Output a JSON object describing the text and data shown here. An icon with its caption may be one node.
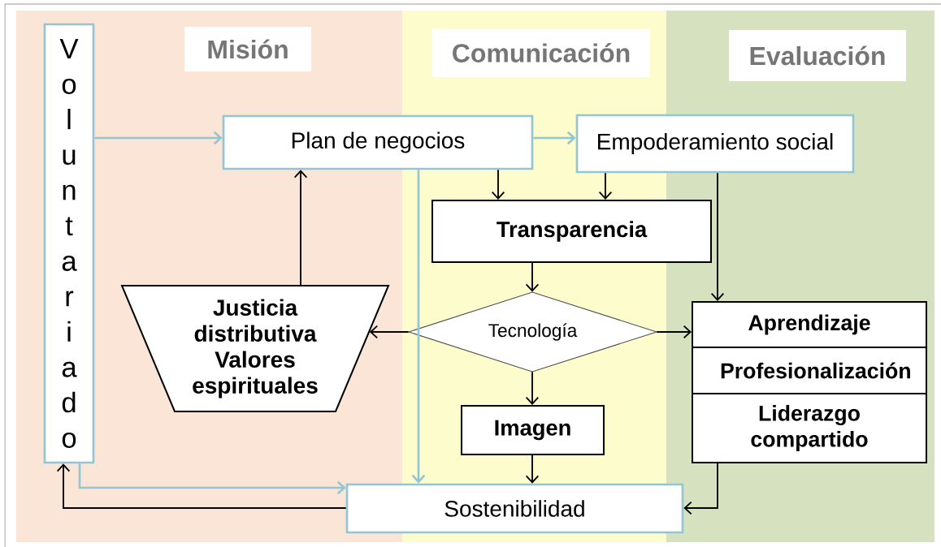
{
  "diagram": {
    "nodes": [
      {
        "text": [
          "Misión"
        ]
      },
      {
        "text": [
          "Comunicación"
        ]
      },
      {
        "text": [
          "Evaluación"
        ]
      },
      {
        "text": [
          "Voluntariado"
        ]
      },
      {
        "text": [
          "Plan de negocios"
        ]
      },
      {
        "text": [
          "Empoderamiento social"
        ]
      },
      {
        "text": [
          "Transparencia"
        ]
      },
      {
        "text": [
          "Justicia distributiva",
          "Valores espirituales"
        ]
      },
      {
        "text": [
          "Tecnología"
        ]
      },
      {
        "text": [
          "Imagen"
        ]
      },
      {
        "text": [
          "Aprendizaje"
        ]
      },
      {
        "text": [
          "Profesionalización"
        ]
      },
      {
        "text": [
          "Liderazgo compartido"
        ]
      },
      {
        "text": [
          "Sostenibilidad"
        ]
      }
    ],
    "edges": [
      {
        "from": 3,
        "to": 4,
        "arrow": "to",
        "color": "#93c6d2"
      },
      {
        "from": 4,
        "to": 5,
        "arrow": "to",
        "color": "#93c6d2"
      },
      {
        "from": 7,
        "to": 4,
        "arrow": "to"
      },
      {
        "from": 4,
        "to": 6,
        "arrow": "to"
      },
      {
        "from": 5,
        "to": 6,
        "arrow": "to"
      },
      {
        "from": 4,
        "to": 13,
        "arrow": "to",
        "color": "#93c6d2"
      },
      {
        "from": 6,
        "to": 8,
        "arrow": "to"
      },
      {
        "from": 8,
        "to": 7,
        "arrow": "to"
      },
      {
        "from": 8,
        "to": 10,
        "arrow": "to"
      },
      {
        "from": 5,
        "to": 10,
        "arrow": "to"
      },
      {
        "from": 8,
        "to": 9,
        "arrow": "to"
      },
      {
        "from": 9,
        "to": 13,
        "arrow": "to"
      },
      {
        "from": 12,
        "to": 13,
        "arrow": "to"
      },
      {
        "from": 3,
        "to": 13,
        "arrow": "to",
        "color": "#93c6d2"
      },
      {
        "from": 13,
        "to": 3,
        "arrow": "to"
      }
    ]
  }
}
